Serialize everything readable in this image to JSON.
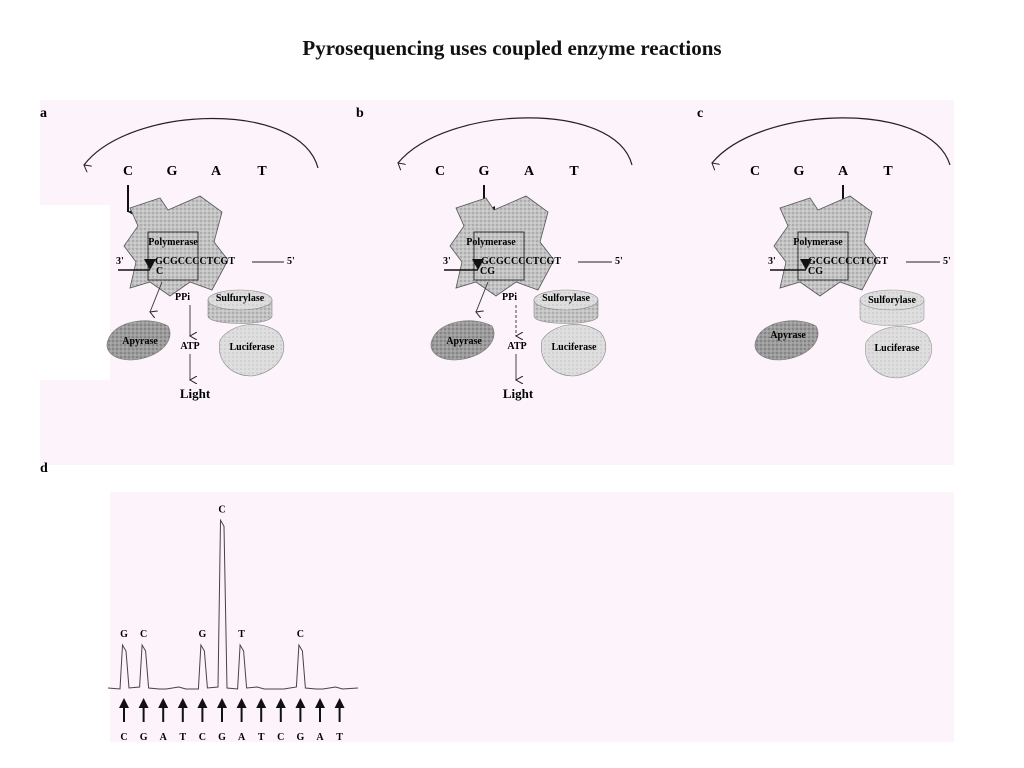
{
  "page": {
    "title": "Pyrosequencing uses coupled enzyme reactions",
    "colors": {
      "background": "#ffffff",
      "panel_tint": "#fdf3fb",
      "enzyme_gray": "#b8b8b8"
    }
  },
  "panels": [
    {
      "label": "a",
      "nucleotides": [
        "C",
        "G",
        "A",
        "T"
      ],
      "polymerase_label": "Polymerase",
      "template_3": "3'",
      "template_seq": "GCGCCCCTCGT",
      "template_5": "5'",
      "primer_ext": "C",
      "sulfurylase_label": "Sulfurylase",
      "apyrase_label": "Apyrase",
      "luciferase_label": "Luciferase",
      "ppi_label": "PPi",
      "atp_label": "ATP",
      "light_label": "Light"
    },
    {
      "label": "b",
      "nucleotides": [
        "C",
        "G",
        "A",
        "T"
      ],
      "polymerase_label": "Polymerase",
      "template_3": "3'",
      "template_seq": "GCGCCCCTCGT",
      "template_5": "5'",
      "primer_ext": "CG",
      "sulfurylase_label": "Sulforylase",
      "apyrase_label": "Apyrase",
      "luciferase_label": "Luciferase",
      "ppi_label": "PPi",
      "atp_label": "ATP",
      "light_label": "Light"
    },
    {
      "label": "c",
      "nucleotides": [
        "C",
        "G",
        "A",
        "T"
      ],
      "polymerase_label": "Polymerase",
      "template_3": "3'",
      "template_seq": "GCGCCCCTCGT",
      "template_5": "5'",
      "primer_ext": "CG",
      "sulfurylase_label": "Sulforylase",
      "apyrase_label": "Apyrase",
      "luciferase_label": "Luciferase"
    }
  ],
  "pyrogram": {
    "label": "d",
    "peak_labels": [
      "G",
      "C",
      "G",
      "C",
      "T",
      "C"
    ],
    "dispensation_order": [
      "C",
      "G",
      "A",
      "T",
      "C",
      "G",
      "A",
      "T",
      "C",
      "G",
      "A",
      "T"
    ],
    "peak_heights_relative": [
      1.0,
      1.0,
      0,
      0,
      1.0,
      3.9,
      1.0,
      0,
      0,
      1.0,
      0,
      0
    ]
  }
}
